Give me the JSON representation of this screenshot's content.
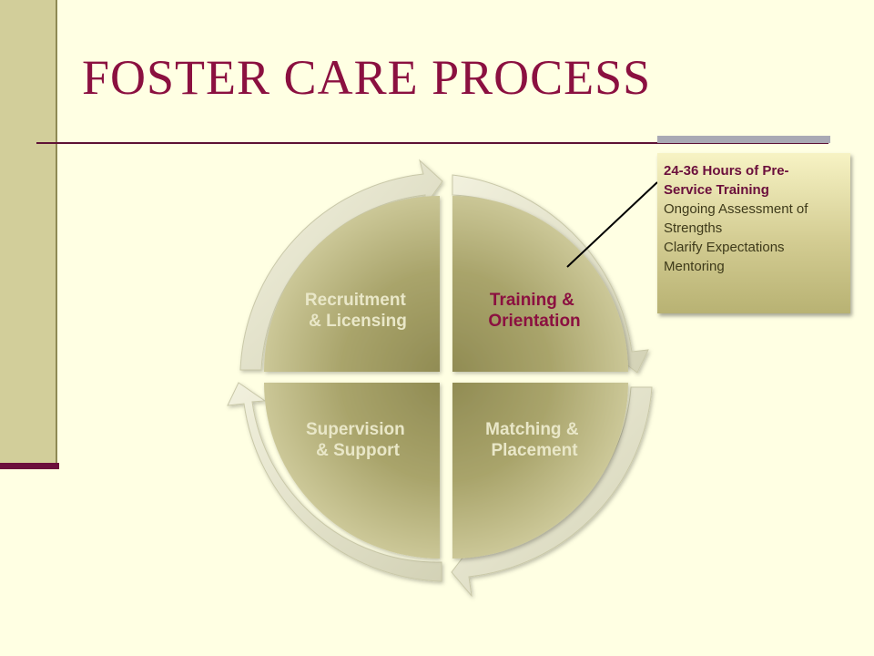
{
  "slide": {
    "title": "FOSTER CARE PROCESS"
  },
  "diagram": {
    "quadrants": [
      {
        "id": "top-left",
        "line1": "Recruitment",
        "line2": "& Licensing"
      },
      {
        "id": "top-right",
        "line1": "Training &",
        "line2": "Orientation"
      },
      {
        "id": "bottom-right",
        "line1": "Matching &",
        "line2": "Placement"
      },
      {
        "id": "bottom-left",
        "line1": "Supervision",
        "line2": "& Support"
      }
    ]
  },
  "callout": {
    "heading_line1": "24-36 Hours of Pre-",
    "heading_line2": "Service Training",
    "item1_line1": "Ongoing Assessment of",
    "item1_line2": "Strengths",
    "item2": "Clarify Expectations",
    "item3": "Mentoring"
  },
  "colors": {
    "background": "#FFFFE3",
    "title": "#8B1040",
    "accent": "#6B0F3C",
    "quadrant_fill": "#B5B07A",
    "ring": "#E4E3CC",
    "active_label": "#8B1040"
  }
}
